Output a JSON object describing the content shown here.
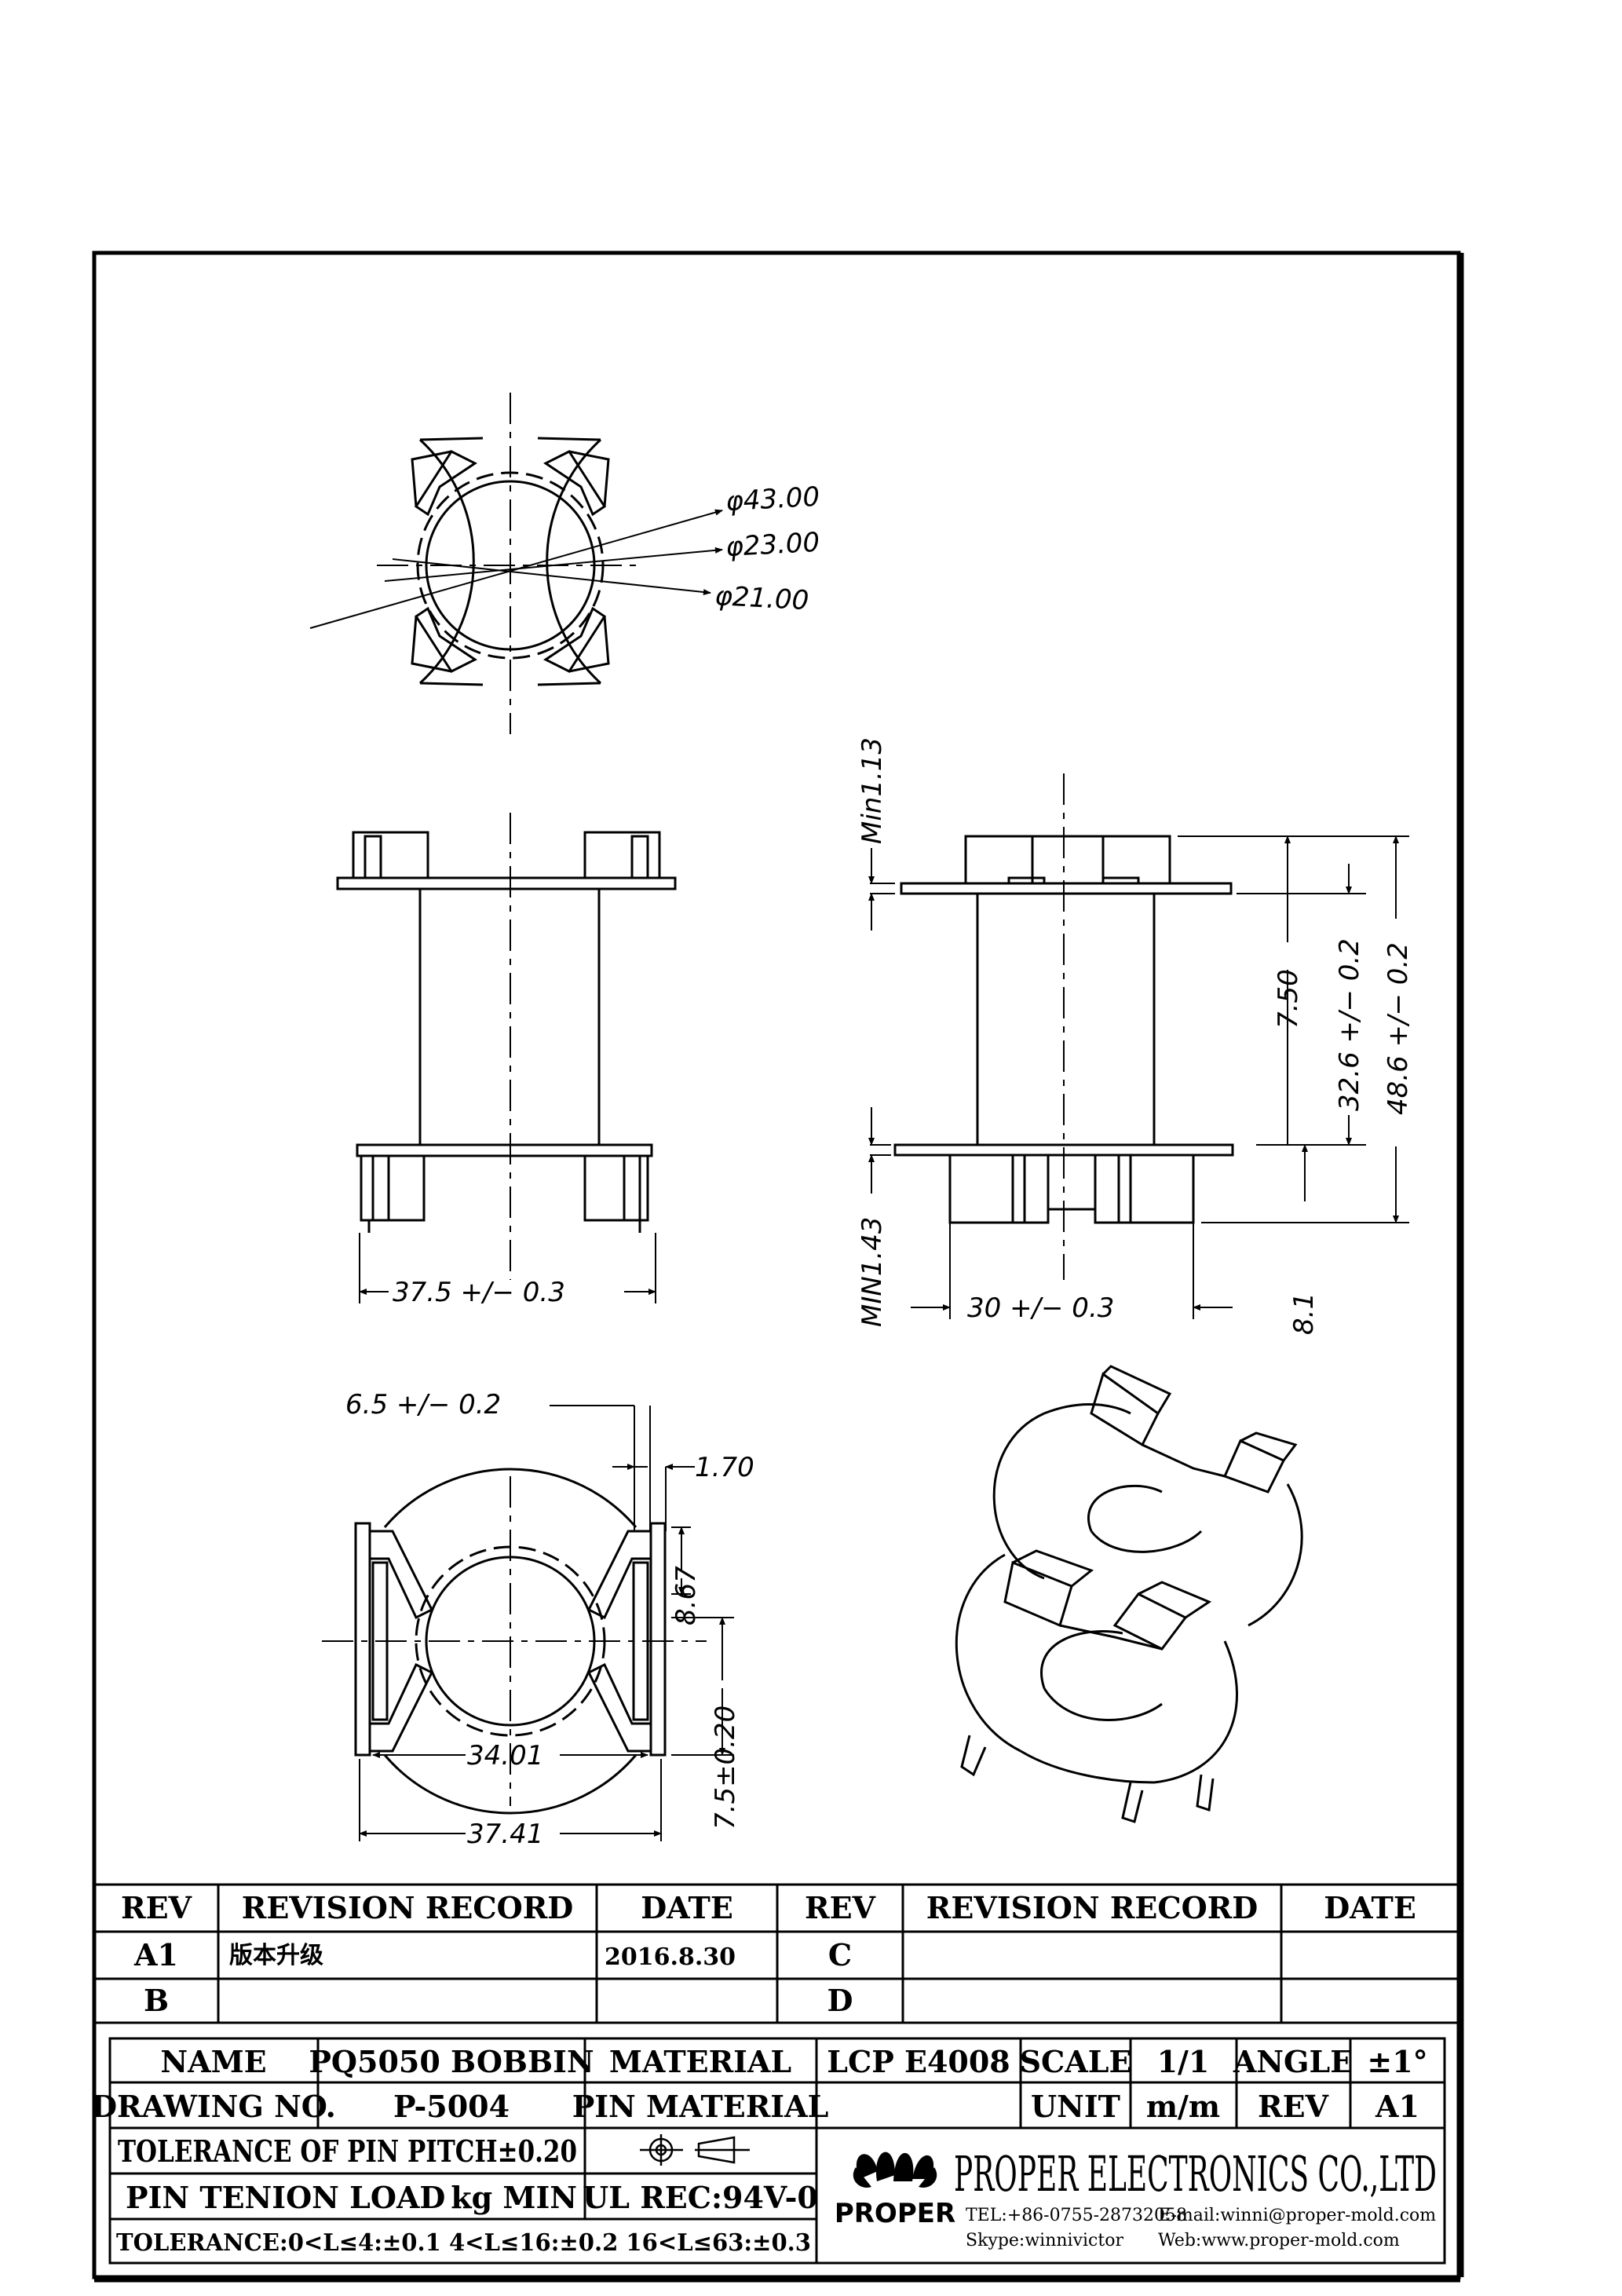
{
  "views": {
    "top": {
      "dims": [
        "φ43.00",
        "φ23.00",
        "φ21.00"
      ]
    },
    "front": {
      "width_dim": "37.5 +/− 0.3"
    },
    "side": {
      "min_top": "Min1.13",
      "min_bottom": "MIN1.43",
      "width_dim": "30 +/− 0.3",
      "height_a": "7.50",
      "height_b": "32.6 +/− 0.2",
      "height_c": "48.6 +/− 0.2",
      "pin_len": "8.1"
    },
    "bottom": {
      "d1": "6.5 +/− 0.2",
      "d2": "1.70",
      "d3": "8.67",
      "d4": "7.5±0.20",
      "d5": "34.01",
      "d6": "37.41"
    }
  },
  "revision_table": {
    "headers": [
      "REV",
      "REVISION RECORD",
      "DATE",
      "REV",
      "REVISION RECORD",
      "DATE"
    ],
    "rows": [
      {
        "rev": "A1",
        "record": "版本升级",
        "date": "2016.8.30",
        "rev2": "C",
        "record2": "",
        "date2": ""
      },
      {
        "rev": "B",
        "record": "",
        "date": "",
        "rev2": "D",
        "record2": "",
        "date2": ""
      }
    ]
  },
  "title_block": {
    "name_label": "NAME",
    "name_value": "PQ5050 BOBBIN",
    "material_label": "MATERIAL",
    "material_value": "LCP E4008",
    "scale_label": "SCALE",
    "scale_value": "1/1",
    "angle_label": "ANGLE",
    "angle_value": "±1°",
    "drawing_no_label": "DRAWING NO.",
    "drawing_no_value": "P-5004",
    "pin_material_label": "PIN MATERIAL",
    "unit_label": "UNIT",
    "unit_value": "m/m",
    "rev_label": "REV",
    "rev_value": "A1",
    "pin_pitch_tol": "TOLERANCE OF PIN PITCH±0.20",
    "pin_tension_label": "PIN TENION LOAD",
    "pin_tension_unit": "kg MIN",
    "ul_rec": "UL REC:94V-0",
    "tolerance": "TOLERANCE:0<L≤4:±0.1  4<L≤16:±0.2  16<L≤63:±0.3"
  },
  "company": {
    "name": "PROPER ELECTRONICS CO.,LTD",
    "logo_text": "PROPER",
    "tel": "TEL:+86-0755-28732058",
    "email": "E-mail:winni@proper-mold.com",
    "skype": "Skype:winnivictor",
    "web": "Web:www.proper-mold.com"
  }
}
